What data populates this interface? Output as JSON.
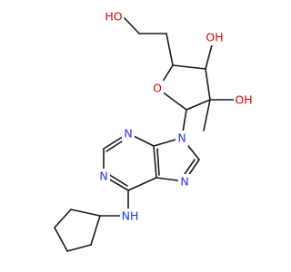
{
  "structure": {
    "atoms": [
      {
        "id": "o_ch2oh",
        "text": "HO",
        "color": "#e00000"
      },
      {
        "id": "o_c3",
        "text": "OH",
        "color": "#e00000"
      },
      {
        "id": "o_ring",
        "text": "O",
        "color": "#e00000"
      },
      {
        "id": "o_c2",
        "text": "OH",
        "color": "#e00000"
      },
      {
        "id": "n9",
        "text": "N",
        "color": "#2233ee"
      },
      {
        "id": "n3",
        "text": "N",
        "color": "#2233ee"
      },
      {
        "id": "n7",
        "text": "N",
        "color": "#2233ee"
      },
      {
        "id": "n1",
        "text": "N",
        "color": "#2233ee"
      },
      {
        "id": "nh",
        "text": "NH",
        "color": "#2233ee"
      }
    ],
    "bond_color": "#1a1a1a"
  }
}
